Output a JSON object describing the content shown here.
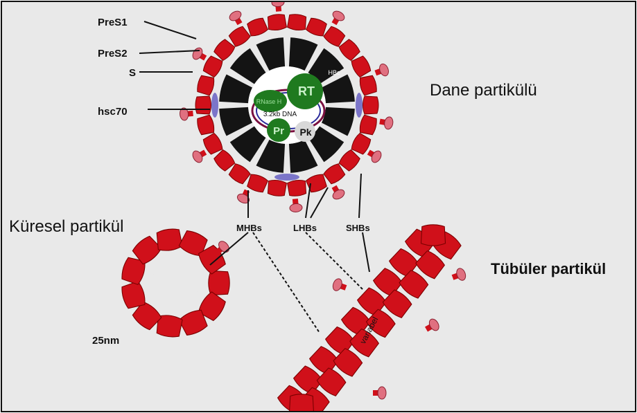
{
  "labels": {
    "pres1": "PreS1",
    "pres2": "PreS2",
    "s": "S",
    "hsc70": "hsc70",
    "dane": "Dane partikülü",
    "kuresel": "Küresel partikül",
    "tubuler": "Tübüler partikül",
    "mhbs": "MHBs",
    "lhbs": "LHBs",
    "shbs": "SHBs",
    "size": "25nm",
    "variabel": "variabel"
  },
  "core_labels": {
    "rt": "RT",
    "rnase": "RNase H",
    "dna": "3.2kb DNA",
    "pr": "Pr",
    "pk": "Pk",
    "hbc": "HBc"
  },
  "colors": {
    "background": "#e9e9e9",
    "protein": "#d0101a",
    "pres_tip": "#e07080",
    "core": "#141414",
    "polymerase": "#1f7a1f",
    "hsc70": "#7b75c9"
  }
}
